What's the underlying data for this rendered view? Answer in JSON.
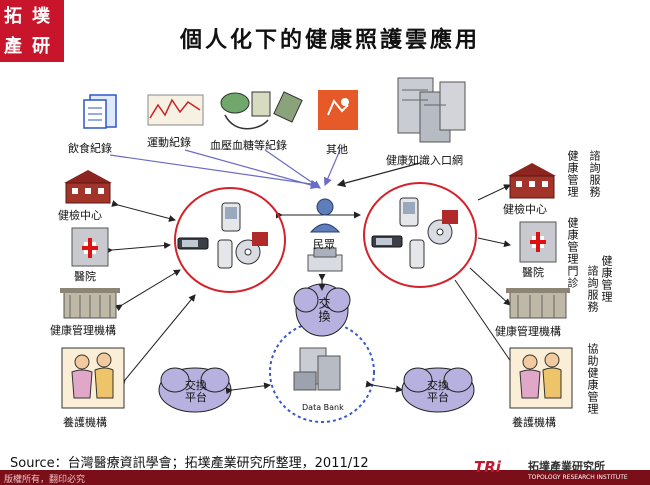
{
  "header": {
    "logo_chars": [
      "拓",
      "墣",
      "產",
      "研"
    ],
    "title": "個人化下的健康照護雲應用"
  },
  "sources": {
    "diet": "飲食紀錄",
    "exercise": "運動紀錄",
    "blood": "血壓血糖等紀錄",
    "other": "其他",
    "knowledge": "健康知識入口網"
  },
  "left_nodes": {
    "checkup": "健檢中心",
    "hospital": "醫院",
    "agency": "健康管理機構",
    "care": "養護機構"
  },
  "right_nodes": {
    "checkup": "健檢中心",
    "hospital": "醫院",
    "agency": "健康管理機構",
    "care": "養護機構"
  },
  "right_services": {
    "s1a": "健康管理",
    "s1b": "諮詢服務",
    "s2": "健康管理門診",
    "s3a": "健康管理",
    "s3b": "諮詢服務",
    "s4": "協助健康管理"
  },
  "center": {
    "citizen": "民眾",
    "exchange_top": "交換",
    "data_bank": "Data Bank",
    "exchange_platform_left": "交換平台",
    "exchange_platform_right": "交換平台"
  },
  "footer": {
    "source": "Source：台灣醫療資訊學會；拓墣產業研究所整理，2011/12",
    "copyright": "版權所有，翻印必究",
    "tri": "TRi",
    "tri_name": "拓墣產業研究所",
    "tri_sub": "TOPOLOGY RESEARCH INSTITUTE"
  }
}
